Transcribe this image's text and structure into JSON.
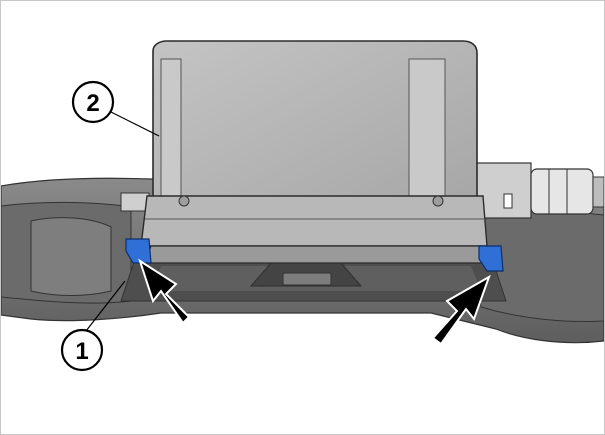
{
  "figure": {
    "callouts": [
      {
        "id": "1",
        "label": "1"
      },
      {
        "id": "2",
        "label": "2"
      }
    ],
    "colors": {
      "housing": "#b4b4b4",
      "housing_dark": "#8f8f8f",
      "clip": "#2f6fd6",
      "bracket": "#7a7a7a",
      "bracket_dark": "#5c5c5c",
      "arrow": "#000000"
    }
  }
}
